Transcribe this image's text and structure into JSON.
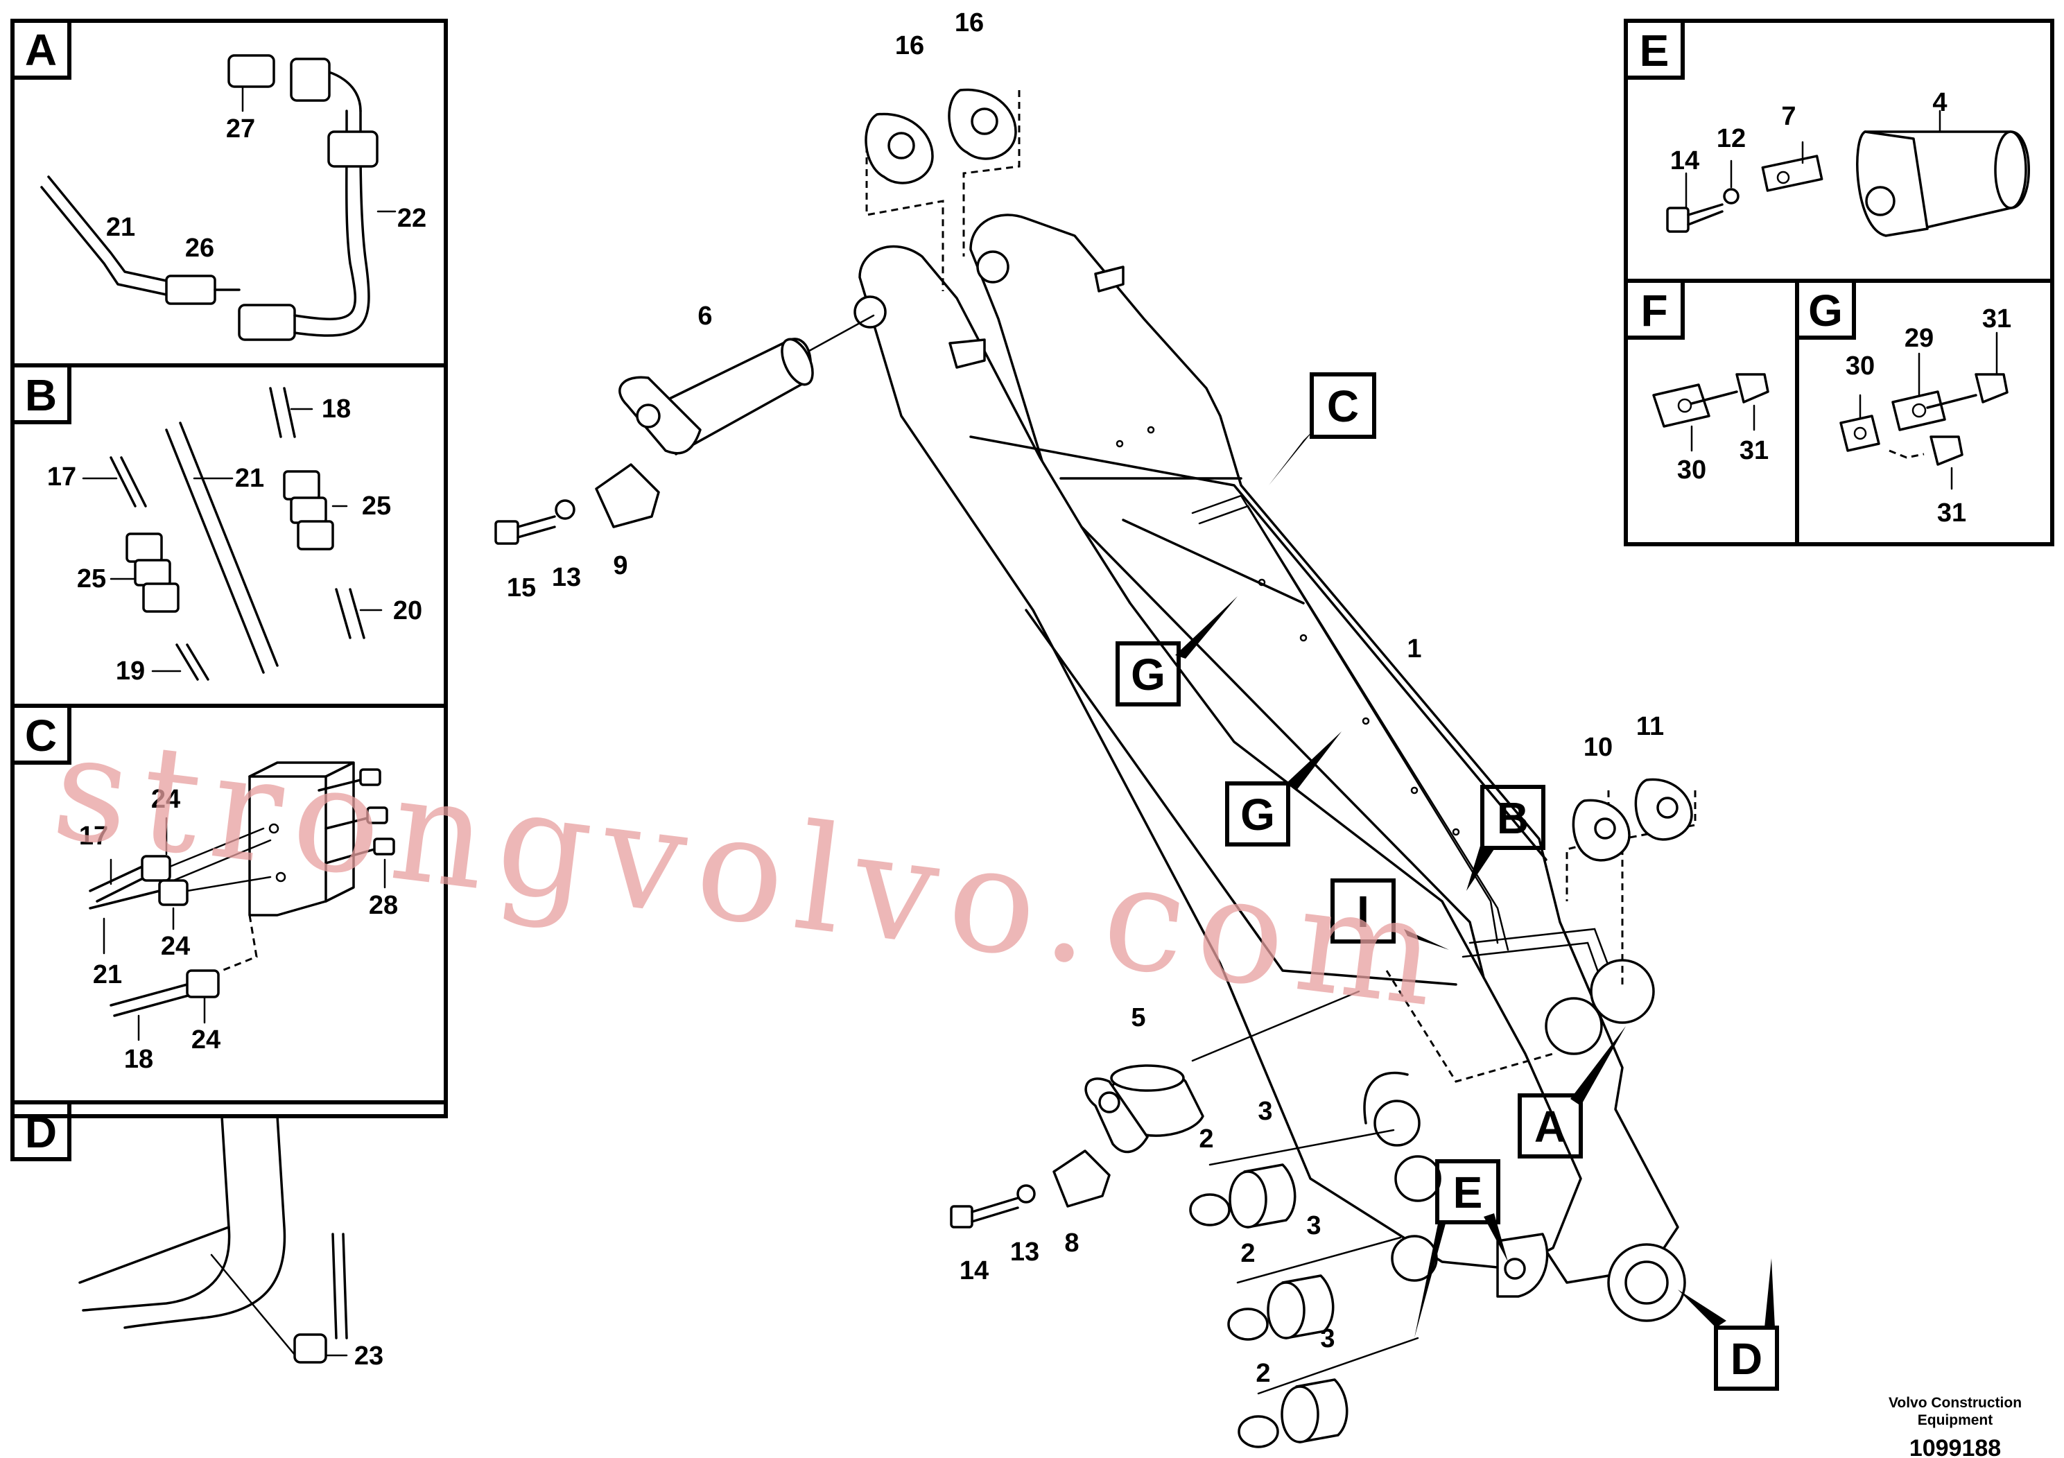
{
  "panels": [
    {
      "letter": "A"
    },
    {
      "letter": "B"
    },
    {
      "letter": "C"
    },
    {
      "letter": "D"
    },
    {
      "letter": "E"
    },
    {
      "letter": "F"
    },
    {
      "letter": "G"
    }
  ],
  "callouts": [
    {
      "letter": "C"
    },
    {
      "letter": "G"
    },
    {
      "letter": "G"
    },
    {
      "letter": "B"
    },
    {
      "letter": "I"
    },
    {
      "letter": "A"
    },
    {
      "letter": "E"
    },
    {
      "letter": "D"
    }
  ],
  "part_numbers": {
    "panel_a": [
      "27",
      "22",
      "21",
      "26"
    ],
    "panel_b": [
      "18",
      "17",
      "21",
      "25",
      "25",
      "20",
      "19"
    ],
    "panel_c": [
      "24",
      "17",
      "24",
      "21",
      "28",
      "18",
      "24"
    ],
    "panel_d": [
      "23"
    ],
    "panel_e": [
      "14",
      "12",
      "7",
      "4"
    ],
    "panel_f": [
      "30",
      "31"
    ],
    "panel_g": [
      "29",
      "31",
      "30",
      "31"
    ],
    "main": [
      "16",
      "16",
      "6",
      "15",
      "13",
      "9",
      "1",
      "10",
      "11",
      "5",
      "3",
      "2",
      "3",
      "2",
      "3",
      "2",
      "14",
      "13",
      "8"
    ]
  },
  "credit": {
    "line1": "Volvo Construction",
    "line2": "Equipment"
  },
  "document_id": "1099188",
  "watermark": "strongvolvo.com"
}
